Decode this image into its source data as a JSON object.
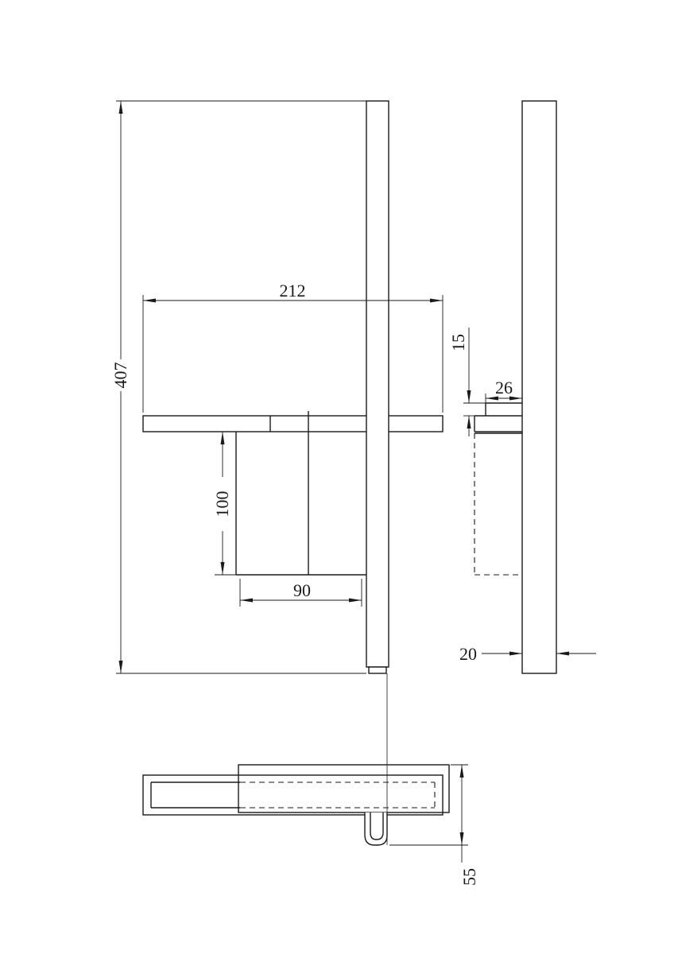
{
  "drawing": {
    "kind": "technical-dimension-drawing",
    "colors": {
      "background": "#ffffff",
      "line": "#1a1a1a"
    },
    "dimensions": {
      "shelf_width": "212",
      "overall_height": "407",
      "hanger_drop": "100",
      "hanger_width": "90",
      "back_plate_height": "15",
      "back_plate_depth": "26",
      "rail_thickness": "20",
      "mount_depth": "55"
    }
  }
}
